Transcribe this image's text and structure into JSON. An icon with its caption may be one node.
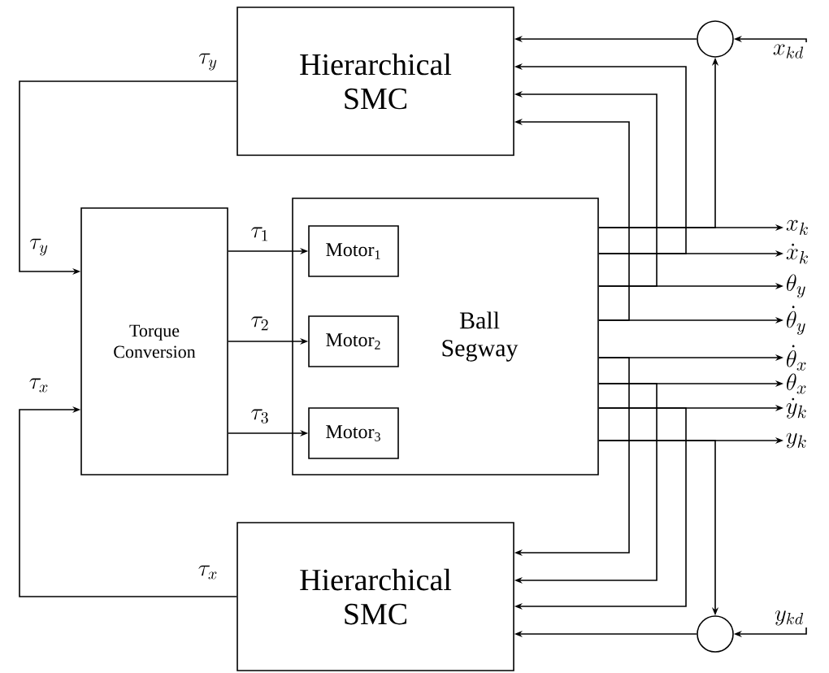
{
  "diagram": {
    "nodes": [
      {
        "text": [
          "Hierarchical SMC"
        ]
      },
      {
        "text": [
          "Torque Conversion"
        ]
      },
      {
        "text": [
          "Ball Segway"
        ]
      },
      {
        "text": [
          "Motor$_{1}$"
        ],
        "in": 2
      },
      {
        "text": [
          "Motor$_{2}$"
        ],
        "in": 2
      },
      {
        "text": [
          "Motor$_{3}$"
        ],
        "in": 2
      },
      {
        "text": [
          "Hierarchical SMC"
        ]
      },
      {
        "text": [],
        "shape": "circle"
      },
      {
        "text": [],
        "shape": "circle"
      },
      {
        "text": [
          "x_{kd}"
        ]
      },
      {
        "text": [
          "y_{kd}"
        ]
      },
      {
        "text": [
          "x_k"
        ]
      },
      {
        "text": [
          "\\dot{x}_k"
        ]
      },
      {
        "text": [
          "\\theta_y"
        ]
      },
      {
        "text": [
          "\\dot{\\theta}_y"
        ]
      },
      {
        "text": [
          "\\dot{\\theta}_x"
        ]
      },
      {
        "text": [
          "\\theta_x"
        ]
      },
      {
        "text": [
          "\\dot{y}_k"
        ]
      },
      {
        "text": [
          "y_k"
        ]
      }
    ],
    "edges": [
      {
        "from": 0,
        "to": 1,
        "arrow": "to",
        "label": "\\tau_y"
      },
      {
        "from": 6,
        "to": 1,
        "arrow": "to",
        "label": "\\tau_x"
      },
      {
        "from": 1,
        "to": 3,
        "arrow": "to",
        "label": "\\tau_1"
      },
      {
        "from": 1,
        "to": 4,
        "arrow": "to",
        "label": "\\tau_2"
      },
      {
        "from": 1,
        "to": 5,
        "arrow": "to",
        "label": "\\tau_3"
      },
      {
        "from": 2,
        "to": 11,
        "arrow": "to"
      },
      {
        "from": 2,
        "to": 12,
        "arrow": "to"
      },
      {
        "from": 2,
        "to": 13,
        "arrow": "to"
      },
      {
        "from": 2,
        "to": 14,
        "arrow": "to"
      },
      {
        "from": 2,
        "to": 15,
        "arrow": "to"
      },
      {
        "from": 2,
        "to": 16,
        "arrow": "to"
      },
      {
        "from": 2,
        "to": 17,
        "arrow": "to"
      },
      {
        "from": 2,
        "to": 18,
        "arrow": "to"
      },
      {
        "from": 2,
        "to": 7,
        "arrow": "to"
      },
      {
        "from": 2,
        "to": 0,
        "arrow": "to"
      },
      {
        "from": 2,
        "to": 0,
        "arrow": "to"
      },
      {
        "from": 2,
        "to": 0,
        "arrow": "to"
      },
      {
        "from": 2,
        "to": 6,
        "arrow": "to"
      },
      {
        "from": 2,
        "to": 6,
        "arrow": "to"
      },
      {
        "from": 2,
        "to": 6,
        "arrow": "to"
      },
      {
        "from": 2,
        "to": 8,
        "arrow": "to"
      },
      {
        "from": 9,
        "to": 7,
        "arrow": "to"
      },
      {
        "from": 7,
        "to": 0,
        "arrow": "to"
      },
      {
        "from": 10,
        "to": 8,
        "arrow": "to"
      },
      {
        "from": 8,
        "to": 6,
        "arrow": "to"
      }
    ],
    "labels": [
      "\\tau_y",
      "\\tau_x"
    ]
  }
}
